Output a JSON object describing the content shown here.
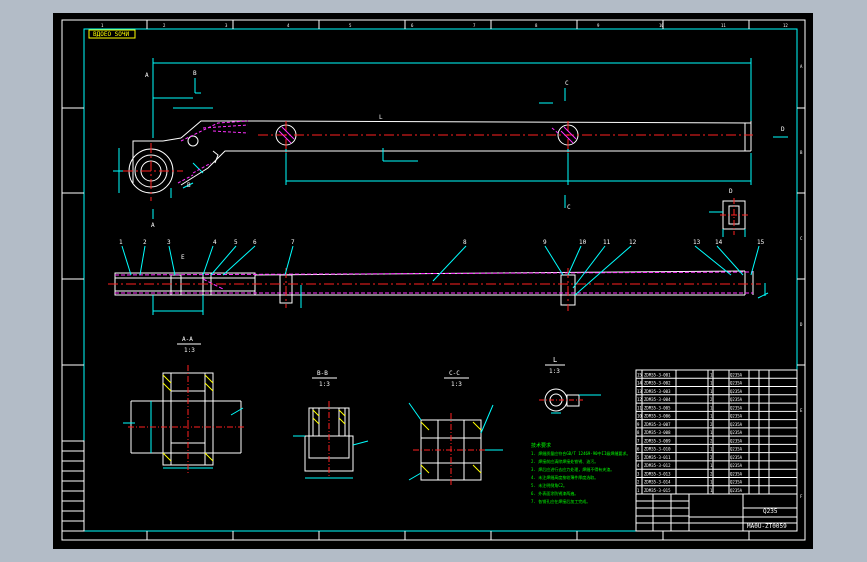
{
  "app": {
    "window": "CAD drawing viewer"
  },
  "stamp": "ВДОЕО ЅОЧИ",
  "views": {
    "section_aa": {
      "title": "A-A",
      "scale": "1:3"
    },
    "section_bb": {
      "title": "B-B",
      "scale": "1:3"
    },
    "section_cc": {
      "title": "C-C",
      "scale": "1:3"
    },
    "detail_l": {
      "title": "L",
      "scale": "1:3"
    },
    "view_d": {
      "title": "D"
    }
  },
  "markers": {
    "a_top": "A",
    "a_bottom": "A",
    "b_top": "B",
    "b_bottom": "B",
    "c_top": "C",
    "c_bottom": "C",
    "d_right": "D",
    "e_mid": "E",
    "l_mid": "L"
  },
  "part_callouts": [
    "1",
    "2",
    "3",
    "4",
    "5",
    "6",
    "7",
    "8",
    "9",
    "10",
    "11",
    "12",
    "13",
    "14",
    "15"
  ],
  "border_columns": [
    "1",
    "2",
    "3",
    "4",
    "5",
    "6",
    "7",
    "8",
    "9",
    "10",
    "11",
    "12"
  ],
  "border_rows": [
    "A",
    "B",
    "C",
    "D",
    "E",
    "F"
  ],
  "title_block": {
    "material": "Q235",
    "drawing_no": "MA0U-ZT0059"
  },
  "bom_rows": [
    {
      "no": "15",
      "code": "ZDM35-3-001",
      "qty": "1",
      "mat": "Q235A"
    },
    {
      "no": "14",
      "code": "ZDM35-3-002",
      "qty": "1",
      "mat": "Q235A"
    },
    {
      "no": "13",
      "code": "ZDM35-3-003",
      "qty": "1",
      "mat": "Q235A"
    },
    {
      "no": "12",
      "code": "ZDM35-3-004",
      "qty": "2",
      "mat": "Q235A"
    },
    {
      "no": "11",
      "code": "ZDM35-3-005",
      "qty": "1",
      "mat": "Q235A"
    },
    {
      "no": "10",
      "code": "ZDM35-3-006",
      "qty": "1",
      "mat": "Q235A"
    },
    {
      "no": "9",
      "code": "ZDM35-3-007",
      "qty": "2",
      "mat": "Q235A"
    },
    {
      "no": "8",
      "code": "ZDM35-3-008",
      "qty": "1",
      "mat": "Q235A"
    },
    {
      "no": "7",
      "code": "ZDM35-3-009",
      "qty": "2",
      "mat": "Q235A"
    },
    {
      "no": "6",
      "code": "ZDM35-3-010",
      "qty": "1",
      "mat": "Q235A"
    },
    {
      "no": "5",
      "code": "ZDM35-3-011",
      "qty": "2",
      "mat": "Q235A"
    },
    {
      "no": "4",
      "code": "ZDM35-3-012",
      "qty": "1",
      "mat": "Q235A"
    },
    {
      "no": "3",
      "code": "ZDM35-3-013",
      "qty": "2",
      "mat": "Q235A"
    },
    {
      "no": "2",
      "code": "ZDM35-3-014",
      "qty": "1",
      "mat": "Q235A"
    },
    {
      "no": "1",
      "code": "ZDM35-3-015",
      "qty": "1",
      "mat": "Q235A"
    }
  ],
  "notes": {
    "heading": "技术要求",
    "lines": [
      "1. 焊缝质量应符合GB/T 12469-90中II级焊缝要求。",
      "2. 焊接前应清除焊接处铁锈、油污。",
      "3. 焊后应进行去应力处理，焊缝不得有夹渣。",
      "4. 未注焊缝高度按较薄件厚度选取。",
      "5. 未注明倒角C2。",
      "6. 外表面涂防锈漆两遍。",
      "7. 各销孔应在焊接后加工完成。"
    ]
  }
}
